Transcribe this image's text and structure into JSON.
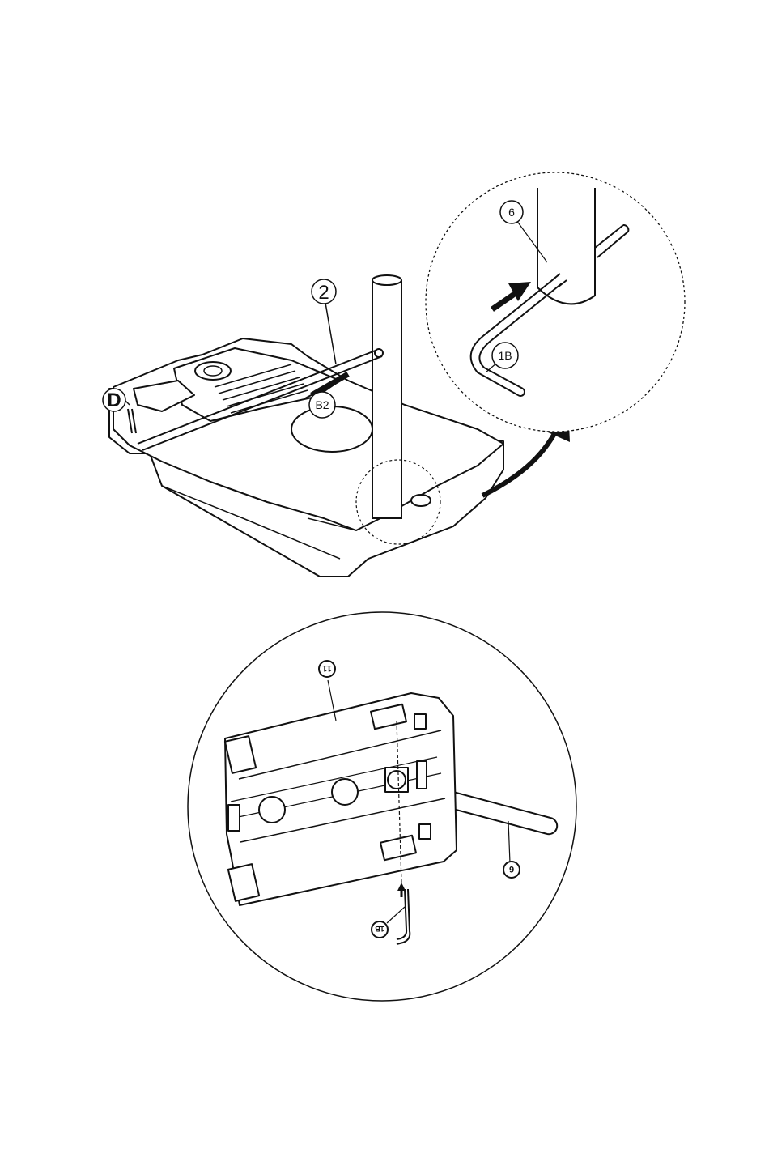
{
  "diagram": {
    "part_labels": {
      "upper_part_2": "2",
      "upper_part_d": "D",
      "upper_part_b2": "B2",
      "zoom_part_6": "6",
      "zoom_part_1b": "1B",
      "lower_part_11": "11",
      "lower_part_6": "6",
      "lower_part_1b": "1B"
    }
  },
  "colors": {
    "line": "#111111",
    "background": "#ffffff",
    "surface": "#ffffff"
  }
}
